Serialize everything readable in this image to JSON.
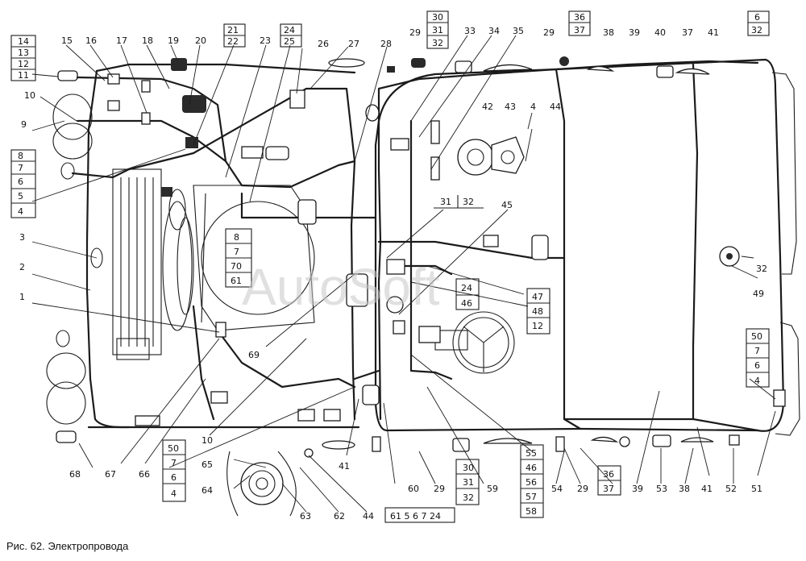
{
  "caption": "Рис. 62. Электропровода",
  "watermark": "AutoSoft",
  "callouts": {
    "left_stack_top": [
      "14",
      "13",
      "12",
      "11"
    ],
    "left_stack_mid": [
      "8",
      "7",
      "6",
      "5",
      "4"
    ],
    "left_single": [
      "10",
      "9",
      "3",
      "2",
      "1"
    ],
    "top_row": [
      "15",
      "16",
      "17",
      "18",
      "19",
      "20",
      "26",
      "27",
      "28",
      "33",
      "34",
      "35",
      "29",
      "38",
      "39",
      "40",
      "41",
      "37"
    ],
    "top_stack_21_22": [
      "21",
      "22"
    ],
    "top_stack_24_25": [
      "24",
      "25"
    ],
    "top_23": "23",
    "top_stack_30": [
      "30",
      "31",
      "32"
    ],
    "top_stack_36": [
      "36",
      "37"
    ],
    "top_stack_6_32": [
      "6",
      "32"
    ],
    "dash_parts": [
      "42",
      "43",
      "4",
      "44"
    ],
    "mid_31_32": [
      "31",
      "32"
    ],
    "mid_45": "45",
    "center_stack": [
      "8",
      "7",
      "70",
      "61"
    ],
    "right_stack_47": [
      "24",
      "46",
      "47",
      "48",
      "12"
    ],
    "right_49_32": [
      "32",
      "49"
    ],
    "right_stack_50": [
      "50",
      "7",
      "6",
      "4"
    ],
    "bottom_left_stack": [
      "50",
      "7",
      "6",
      "4"
    ],
    "bottom_row": [
      "68",
      "67",
      "66",
      "65",
      "64",
      "63",
      "62",
      "44",
      "10",
      "69",
      "41",
      "60",
      "29",
      "59",
      "54",
      "29",
      "39",
      "53",
      "38",
      "41",
      "52",
      "51"
    ],
    "bottom_stack_30": [
      "30",
      "31",
      "32"
    ],
    "bottom_stack_36": [
      "36",
      "37"
    ],
    "bottom_stack_55": [
      "55",
      "46",
      "56",
      "57",
      "58"
    ],
    "bottom_61_row": "61 5 6 7 24"
  }
}
